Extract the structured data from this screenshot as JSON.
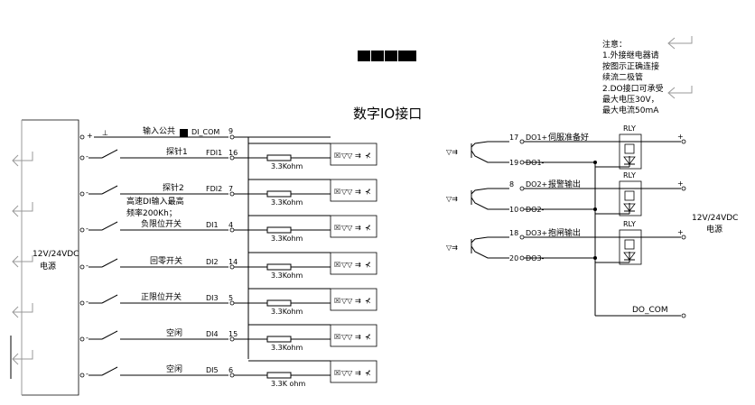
{
  "title": "数字IO接口",
  "power_left": {
    "line1": "12V/24VDC",
    "line2": "电源"
  },
  "power_right": {
    "line1": "12V/24VDC",
    "line2": "电源"
  },
  "common": {
    "label": "输入公共",
    "name": "DI_COM",
    "pin": "9"
  },
  "inputs": [
    {
      "label": "探针1",
      "name": "FDI1",
      "pin": "16",
      "resistor": "3.3Kohm"
    },
    {
      "label": "探针2",
      "name": "FDI2",
      "pin": "7",
      "resistor": "3.3Kohm"
    },
    {
      "label": "负限位开关",
      "name": "DI1",
      "pin": "4",
      "resistor": "3.3Kohm"
    },
    {
      "label": "回零开关",
      "name": "DI2",
      "pin": "14",
      "resistor": "3.3Kohm"
    },
    {
      "label": "正限位开关",
      "name": "DI3",
      "pin": "5",
      "resistor": "3.3Kohm"
    },
    {
      "label": "空闲",
      "name": "DI4",
      "pin": "15",
      "resistor": "3.3Kohm"
    },
    {
      "label": "空闲",
      "name": "DI5",
      "pin": "6",
      "resistor": "3.3K ohm"
    }
  ],
  "high_speed_note": {
    "line1": "高速DI输入最高",
    "line2": "频率200Kh；"
  },
  "outputs": [
    {
      "pin_plus": "17",
      "name_plus": "DO1+",
      "label": "伺服准备好",
      "pin_minus": "19",
      "name_minus": "DO1-",
      "relay": "RLY"
    },
    {
      "pin_plus": "8",
      "name_plus": "DO2+",
      "label": "报警输出",
      "pin_minus": "10",
      "name_minus": "DO2-",
      "relay": "RLY"
    },
    {
      "pin_plus": "18",
      "name_plus": "DO3+",
      "label": "抱闸输出",
      "pin_minus": "20",
      "name_minus": "DO3-",
      "relay": "RLY"
    }
  ],
  "do_common": "DO_COM",
  "notes": [
    "注意：",
    "1.外接继电器请",
    "按图示正确连接",
    "续流二极管",
    "2.DO接口可承受",
    "最大电压30V，",
    "最大电流50mA"
  ]
}
